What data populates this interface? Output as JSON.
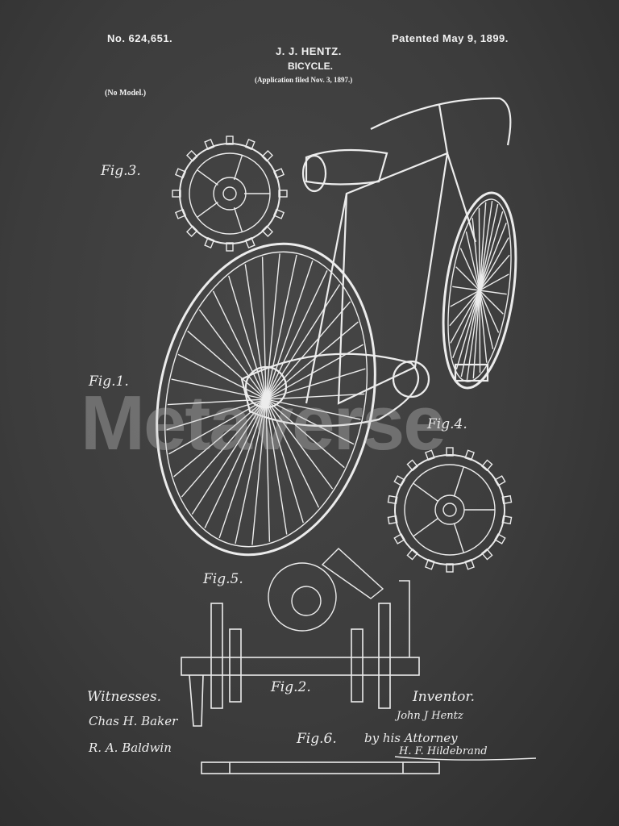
{
  "header": {
    "patent_no": "No. 624,651.",
    "patented": "Patented May 9, 1899.",
    "inventor": "J. J. HENTZ.",
    "title": "BICYCLE.",
    "application": "(Application filed Nov. 3, 1897.)",
    "model": "(No Model.)"
  },
  "figures": {
    "fig1": "Fig.1.",
    "fig2": "Fig.2.",
    "fig3": "Fig.3.",
    "fig4": "Fig.4.",
    "fig5": "Fig.5.",
    "fig6": "Fig.6."
  },
  "footer": {
    "witnesses": "Witnesses.",
    "witness1": "Chas H. Baker",
    "witness2": "R. A. Baldwin",
    "inventor_label": "Inventor.",
    "inventor_sig": "John J Hentz",
    "attorney": "by his Attorney",
    "attorney_sig": "H. F. Hildebrand"
  },
  "watermark": "Metaverse",
  "colors": {
    "chalk": "#f2f2f2",
    "board": "#3a3a3a"
  }
}
